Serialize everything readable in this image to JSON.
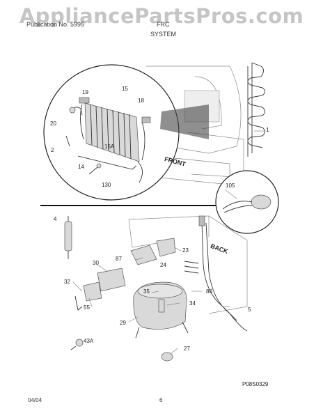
{
  "watermark": "AppliancePartsPros.com",
  "header": {
    "left": "Publication No. 5995",
    "right": "FRC",
    "section": "SYSTEM"
  },
  "callouts": {
    "c1": "1",
    "c2": "2",
    "c4": "4",
    "c5": "5",
    "c14": "14",
    "c15": "15",
    "c15a": "15A",
    "c18": "18",
    "c19": "19",
    "c20": "20",
    "c23": "23",
    "c24": "24",
    "c27": "27",
    "c29": "29",
    "c30": "30",
    "c32": "32",
    "c34": "34",
    "c35": "35",
    "c43a": "43A",
    "c55": "55",
    "c86": "86",
    "c87": "87",
    "c105": "105",
    "c130": "130"
  },
  "labels": {
    "front": "FRONT",
    "back": "BACK"
  },
  "figure_code": "P08S0329",
  "footer": {
    "date": "04/04",
    "page": "6"
  }
}
